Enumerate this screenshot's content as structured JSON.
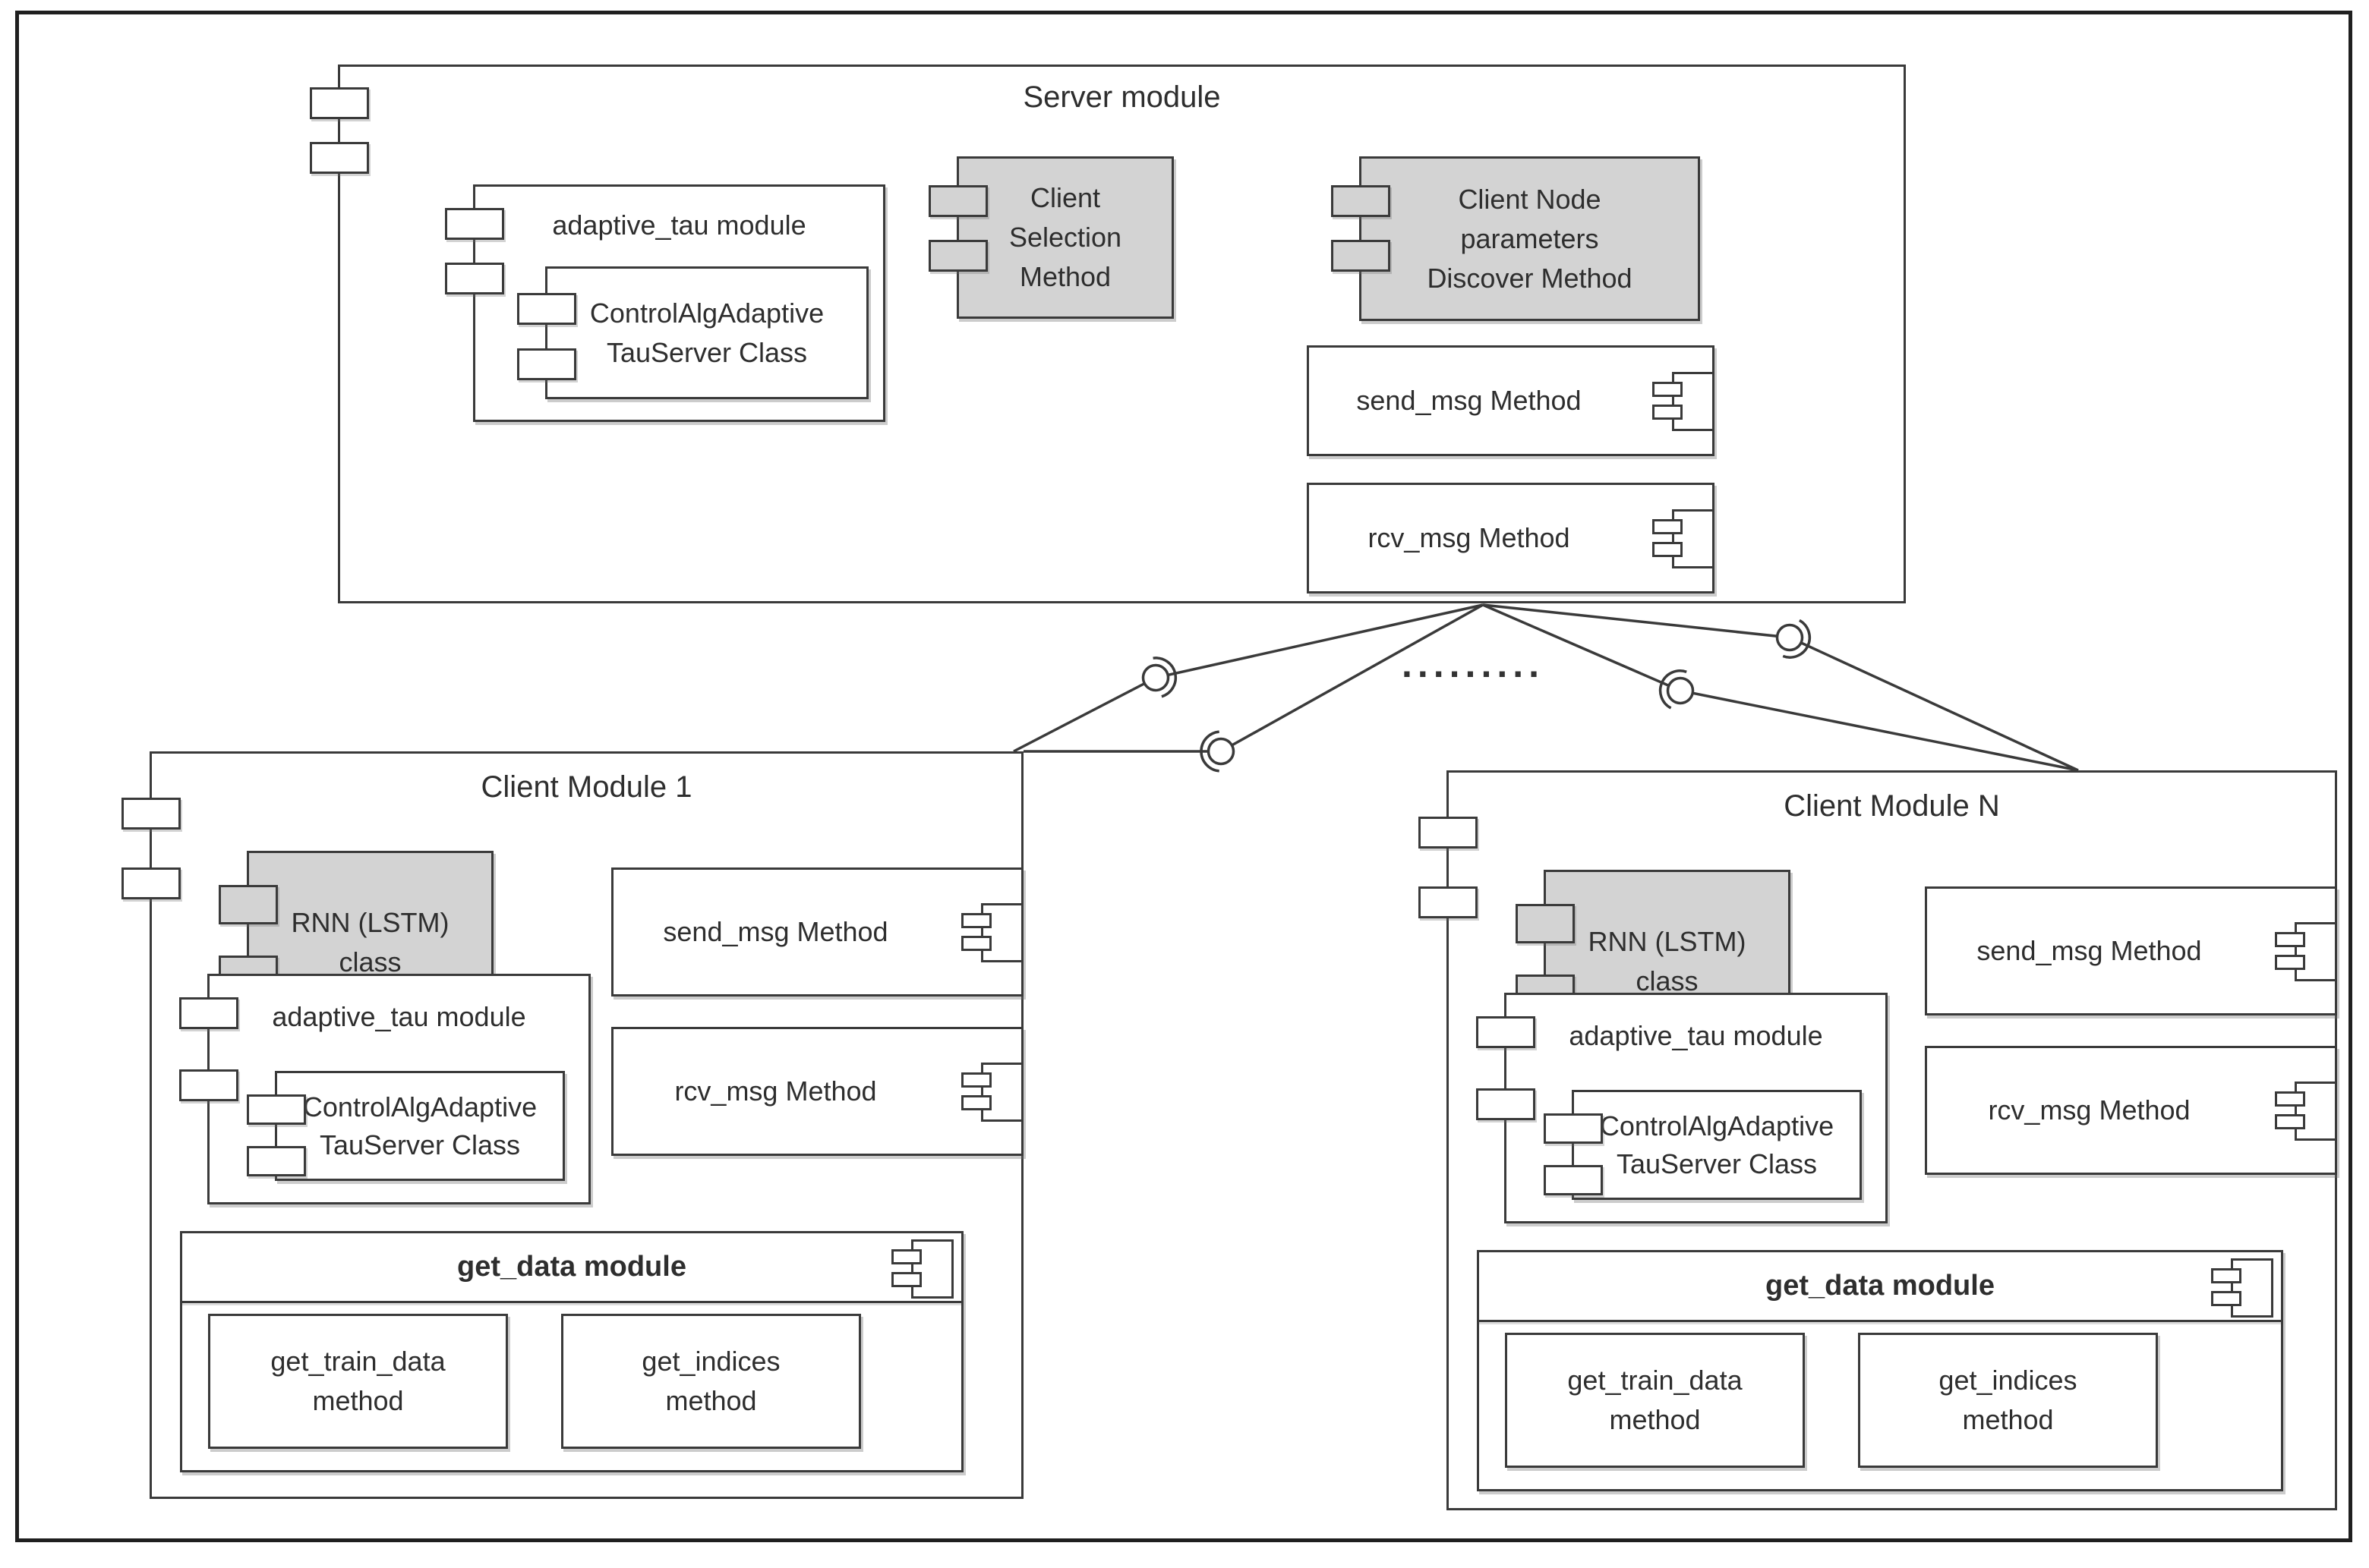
{
  "colors": {
    "component_fill": "#d3d3d3",
    "line": "#3a3a3a",
    "background": "#ffffff"
  },
  "server": {
    "title": "Server module",
    "adaptive_tau": {
      "title": "adaptive_tau module",
      "class_line1": "ControlAlgAdaptive",
      "class_line2": "TauServer Class"
    },
    "client_selection": {
      "line1": "Client",
      "line2": "Selection",
      "line3": "Method"
    },
    "client_node": {
      "line1": "Client Node",
      "line2": "parameters",
      "line3": "Discover Method"
    },
    "send_msg": "send_msg Method",
    "rcv_msg": "rcv_msg Method"
  },
  "connectors": {
    "dots": "........."
  },
  "client1": {
    "title": "Client Module 1",
    "rnn": {
      "line1": "RNN (LSTM)",
      "line2": "class"
    },
    "send_msg": "send_msg Method",
    "rcv_msg": "rcv_msg Method",
    "adaptive_tau": {
      "title": "adaptive_tau module",
      "class_line1": "ControlAlgAdaptive",
      "class_line2": "TauServer Class"
    },
    "get_data": {
      "title": "get_data module",
      "method1_line1": "get_train_data",
      "method1_line2": "method",
      "method2_line1": "get_indices",
      "method2_line2": "method"
    }
  },
  "clientN": {
    "title": "Client Module N",
    "rnn": {
      "line1": "RNN (LSTM)",
      "line2": "class"
    },
    "send_msg": "send_msg Method",
    "rcv_msg": "rcv_msg Method",
    "adaptive_tau": {
      "title": "adaptive_tau module",
      "class_line1": "ControlAlgAdaptive",
      "class_line2": "TauServer Class"
    },
    "get_data": {
      "title": "get_data module",
      "method1_line1": "get_train_data",
      "method1_line2": "method",
      "method2_line1": "get_indices",
      "method2_line2": "method"
    }
  }
}
